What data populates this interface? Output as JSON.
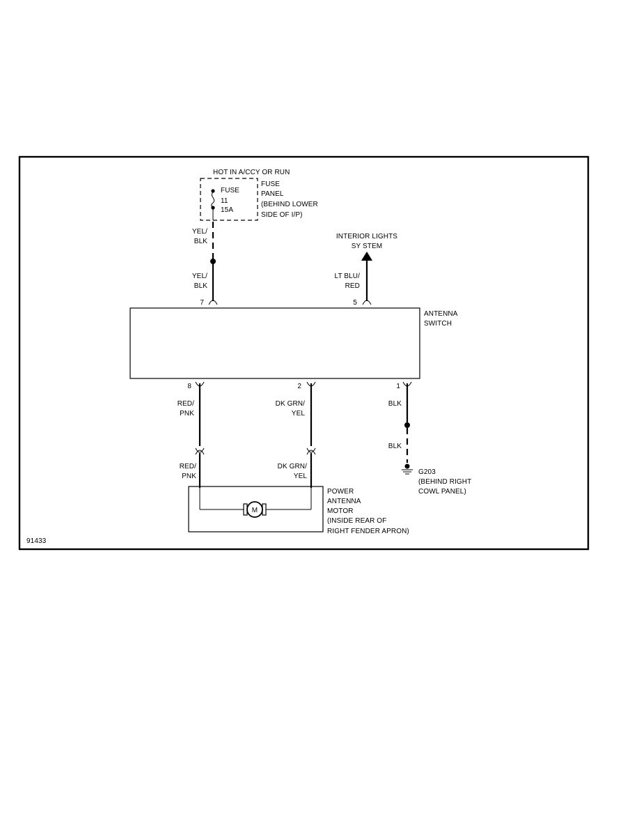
{
  "fuse_panel": {
    "header": "HOT IN A/CCY OR RUN",
    "fuse_label": [
      "FUSE",
      "11",
      "15A"
    ],
    "location": [
      "FUSE",
      "PANEL",
      "(BEHIND LOWER",
      "SIDE OF I/P)"
    ]
  },
  "interior_lights": [
    "INTERIOR LIGHTS",
    "SY STEM"
  ],
  "wires": {
    "fuse_upper": [
      "YEL/",
      "BLK"
    ],
    "fuse_lower": [
      "YEL/",
      "BLK"
    ],
    "interior": [
      "LT BLU/",
      "RED"
    ],
    "pin8_upper": [
      "RED/",
      "PNK"
    ],
    "pin8_lower": [
      "RED/",
      "PNK"
    ],
    "pin2_upper": [
      "DK GRN/",
      "YEL"
    ],
    "pin2_lower": [
      "DK GRN/",
      "YEL"
    ],
    "pin1_upper": "BLK",
    "pin1_lower": "BLK"
  },
  "pins": {
    "p7": "7",
    "p5": "5",
    "p8": "8",
    "p2": "2",
    "p1": "1"
  },
  "switch_label": [
    "ANTENNA",
    "SWITCH"
  ],
  "ground": [
    "G203",
    "(BEHIND RIGHT",
    "COWL PANEL)"
  ],
  "motor": {
    "symbol": "M",
    "label": [
      "POWER",
      "ANTENNA",
      "MOTOR",
      "(INSIDE REAR OF",
      "RIGHT FENDER APRON)"
    ]
  },
  "figure_id": "91433"
}
